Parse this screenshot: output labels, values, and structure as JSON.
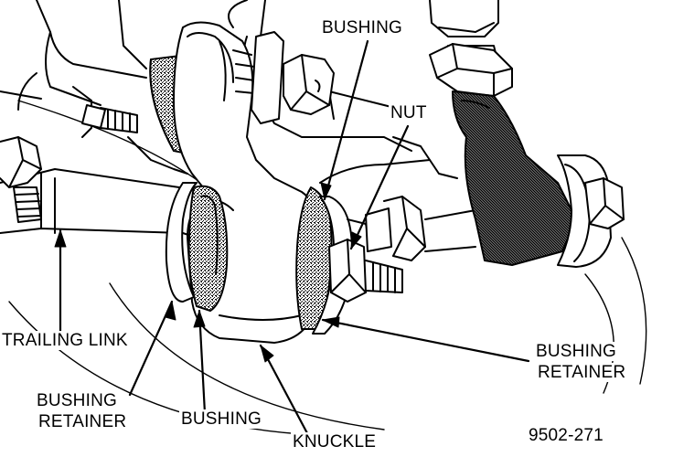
{
  "labels": {
    "bushing_top": "BUSHING",
    "nut": "NUT",
    "trailing_link": "TRAILING LINK",
    "bushing_retainer_left_1": "BUSHING",
    "bushing_retainer_left_2": "RETAINER",
    "bushing_bottom": "BUSHING",
    "knuckle": "KNUCKLE",
    "bushing_retainer_right_1": "BUSHING",
    "bushing_retainer_right_2": "RETAINER"
  },
  "figure_number": "9502-271"
}
